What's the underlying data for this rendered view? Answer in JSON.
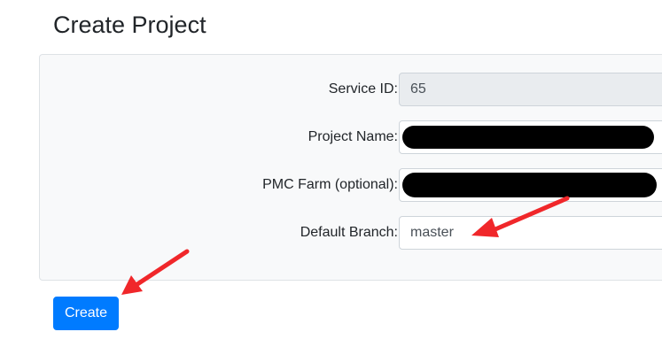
{
  "page": {
    "title": "Create Project"
  },
  "form": {
    "service_id": {
      "label": "Service ID:",
      "value": "65"
    },
    "project_name": {
      "label": "Project Name:",
      "value": ""
    },
    "pmc_farm": {
      "label": "PMC Farm (optional):",
      "value": ""
    },
    "default_branch": {
      "label": "Default Branch:",
      "value": "master"
    }
  },
  "actions": {
    "create_label": "Create"
  },
  "colors": {
    "primary": "#007bff",
    "annotation_arrow": "#f0272a",
    "card_background": "#f8f9fa",
    "readonly_background": "#e9ecef"
  }
}
